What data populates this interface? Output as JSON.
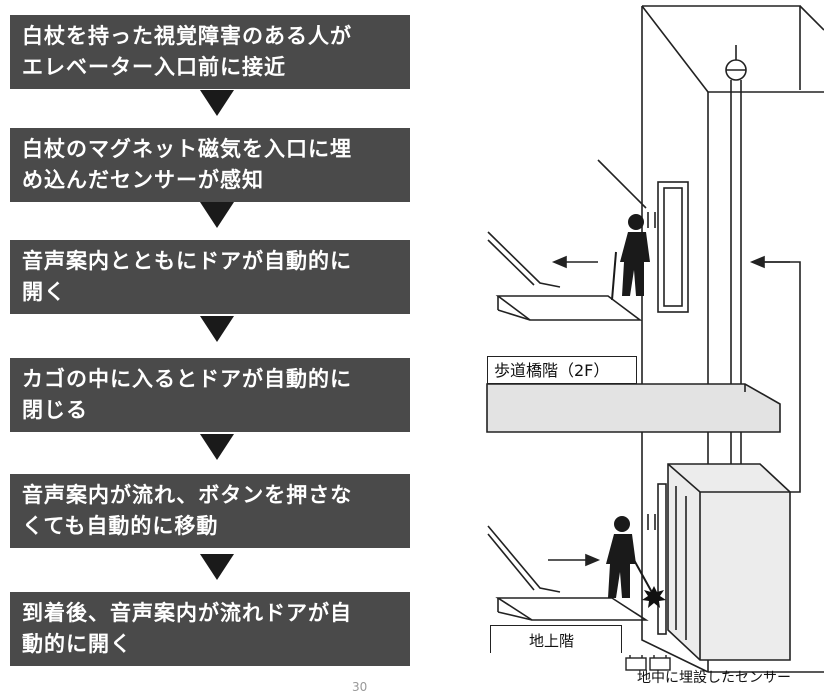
{
  "steps": [
    {
      "line1": "白杖を持った視覚障害のある人が",
      "line2": "エレベーター入口前に接近"
    },
    {
      "line1": "白杖のマグネット磁気を入口に埋",
      "line2": "め込んだセンサーが感知"
    },
    {
      "line1": "音声案内とともにドアが自動的に",
      "line2": "開く"
    },
    {
      "line1": "カゴの中に入るとドアが自動的に",
      "line2": "閉じる"
    },
    {
      "line1": "音声案内が流れ、ボタンを押さな",
      "line2": "くても自動的に移動"
    },
    {
      "line1": "到着後、音声案内が流れドアが自",
      "line2": "動的に開く"
    }
  ],
  "illustration": {
    "floor_label": "歩道橋階（2F）",
    "basement_label": "地上階",
    "sensor_label": "地中に埋設したセンサー"
  },
  "page_number": "30",
  "colors": {
    "step_bg": "#4a4a4a",
    "step_text": "#ffffff",
    "arrow": "#1a1a1a"
  }
}
